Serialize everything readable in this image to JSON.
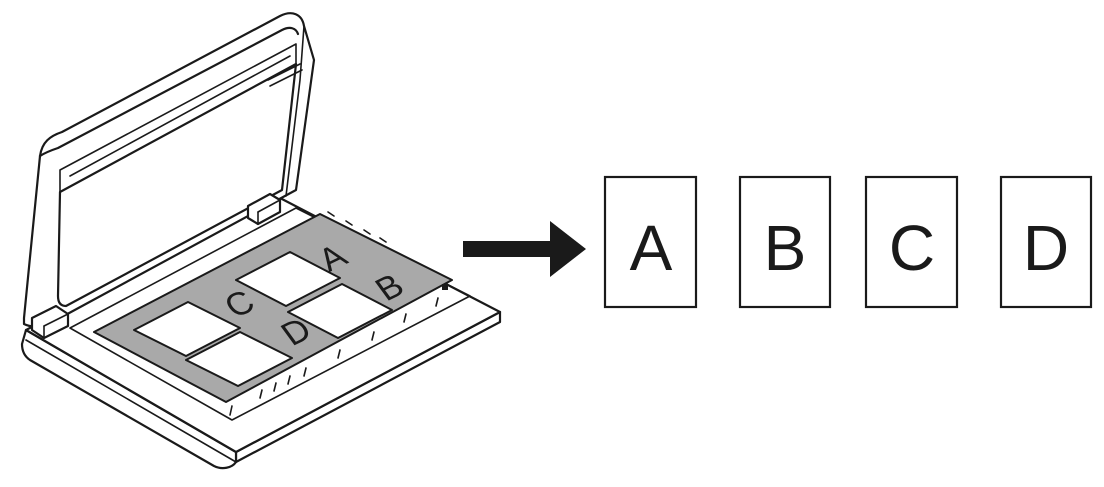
{
  "scanner": {
    "glass_photos": [
      {
        "id": "A",
        "label": "A"
      },
      {
        "id": "B",
        "label": "B"
      },
      {
        "id": "C",
        "label": "C"
      },
      {
        "id": "D",
        "label": "D"
      }
    ]
  },
  "output_pages": [
    {
      "id": "A",
      "label": "A"
    },
    {
      "id": "B",
      "label": "B"
    },
    {
      "id": "C",
      "label": "C"
    },
    {
      "id": "D",
      "label": "D"
    }
  ],
  "colors": {
    "outline": "#1a1a1a",
    "glass": "#a9a9a9",
    "paper": "#ffffff"
  },
  "icons": {
    "flow_arrow": "arrow-right-icon"
  }
}
